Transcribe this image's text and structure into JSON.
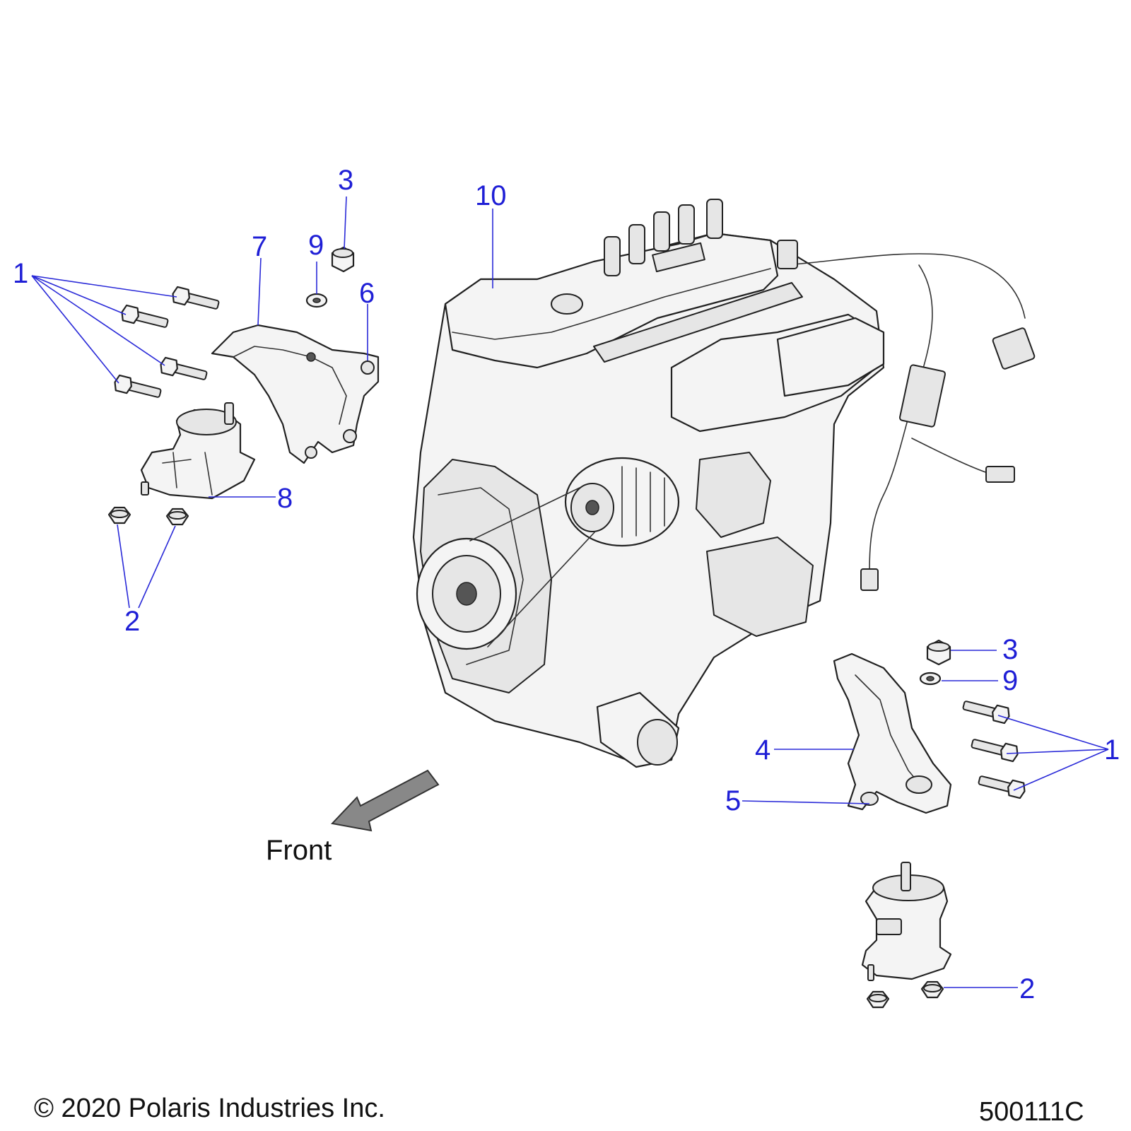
{
  "callouts": {
    "c1_left": "1",
    "c1_right": "1",
    "c2_left": "2",
    "c2_right": "2",
    "c3_top": "3",
    "c3_right": "3",
    "c4": "4",
    "c5": "5",
    "c6": "6",
    "c7": "7",
    "c8": "8",
    "c9_top": "9",
    "c9_right": "9",
    "c10": "10"
  },
  "direction_label": "Front",
  "footer": {
    "copyright": "© 2020 Polaris Industries Inc.",
    "diagram_id": "500111C"
  },
  "colors": {
    "callout": "#1f1fd6",
    "arrow": "#888888"
  }
}
